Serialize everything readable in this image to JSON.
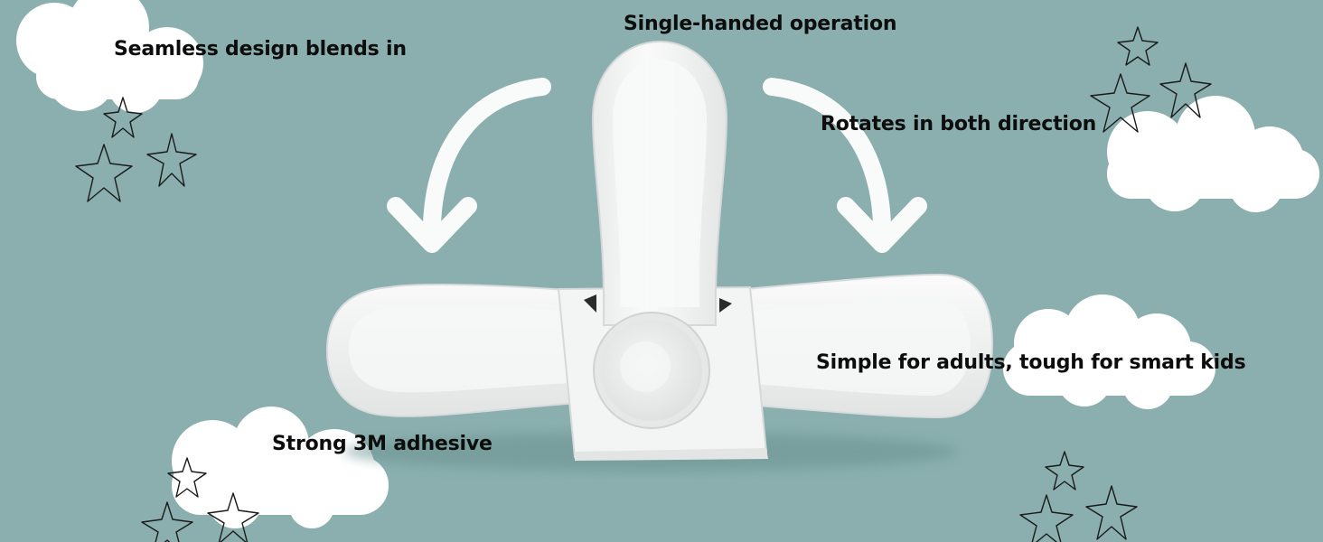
{
  "features": {
    "seamless": "Seamless design blends in",
    "single_handed": "Single-handed operation",
    "rotates": "Rotates in both direction",
    "simple": "Simple for adults, tough for smart kids",
    "adhesive": "Strong 3M adhesive"
  },
  "colors": {
    "background": "#8aafae",
    "cloud": "#ffffff",
    "product": "#f2f3f3",
    "text": "#0d0d0d"
  }
}
